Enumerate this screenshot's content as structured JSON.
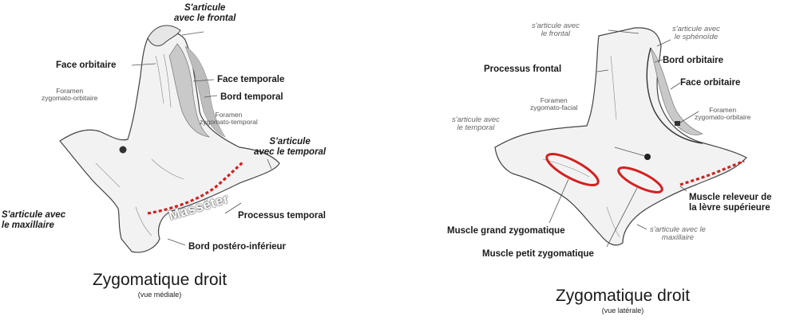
{
  "left": {
    "labels": {
      "articule_frontal": "S'articule\navec le frontal",
      "face_orbitaire": "Face orbitaire",
      "face_temporale": "Face temporale",
      "bord_temporal": "Bord temporal",
      "foramen_zo": "Foramen\nzygomato-orbitaire",
      "foramen_zt": "Foramen\nzygomato-temporal",
      "articule_temporal": "S'articule\navec le temporal",
      "masseter": "Masséter",
      "articule_maxillaire": "S'articule avec\nle maxillaire",
      "processus_temporal": "Processus temporal",
      "bord_postero": "Bord postéro-inférieur"
    },
    "caption_title": "Zygomatique droit",
    "caption_subtitle": "(vue médiale)"
  },
  "right": {
    "labels": {
      "articule_frontal": "s'articule avec\nle frontal",
      "articule_sphenoide": "s'articule avec\nle sphénoïde",
      "processus_frontal": "Processus frontal",
      "bord_orbitaire": "Bord orbitaire",
      "face_orbitaire": "Face orbitaire",
      "foramen_zf": "Foramen\nzygomato-facial",
      "foramen_zo": "Foramen\nzygomato-orbitaire",
      "articule_temporal": "s'articule avec\nle temporal",
      "muscle_releveur": "Muscle releveur de\nla lèvre supérieure",
      "muscle_grand": "Muscle grand zygomatique",
      "articule_maxillaire": "s'articule avec le\nmaxillaire",
      "muscle_petit": "Muscle petit zygomatique"
    },
    "caption_title": "Zygomatique droit",
    "caption_subtitle": "(vue latérale)"
  },
  "colors": {
    "muscle_outline": "#d42020",
    "bone_fill": "#f2f2f2",
    "bone_shade": "#c9c9c9",
    "bone_line": "#444444"
  }
}
